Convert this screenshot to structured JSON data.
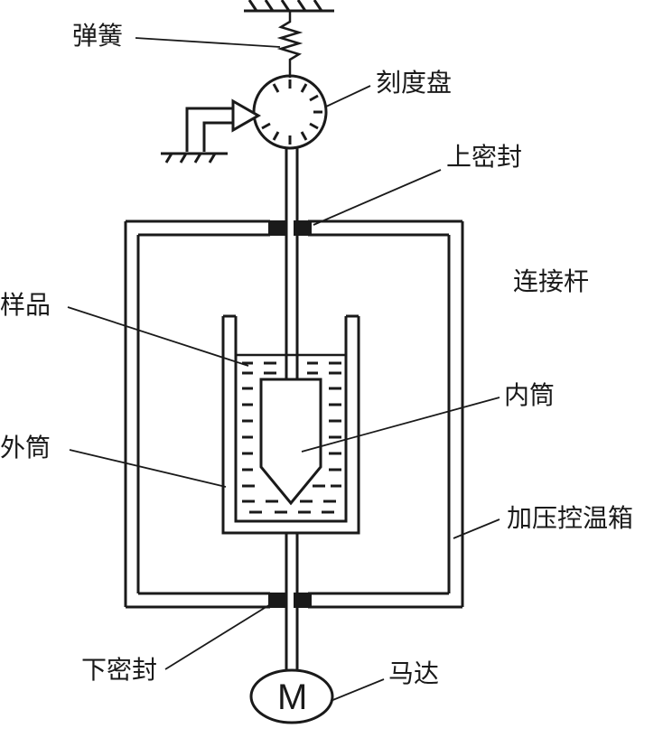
{
  "labels": {
    "spring": "弹簧",
    "dial": "刻度盘",
    "upper_seal": "上密封",
    "connecting_rod": "连接杆",
    "sample": "样品",
    "inner_cylinder": "内筒",
    "outer_cylinder": "外筒",
    "chamber": "加压控温箱",
    "lower_seal": "下密封",
    "motor": "马达"
  },
  "motor_letter": "M",
  "colors": {
    "stroke": "#1a1a1a",
    "background": "#ffffff"
  }
}
